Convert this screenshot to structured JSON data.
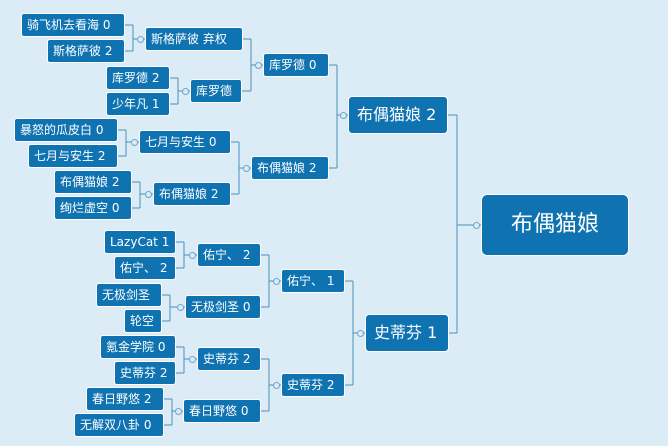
{
  "colors": {
    "node_fill": "#0f73b2",
    "node_border": "#ffffff",
    "connector": "#4b8fba",
    "background": "#dcecf6"
  },
  "bracket": {
    "round1": [
      "骑飞机去看海 0",
      "斯格萨彼 2",
      "库罗德 2",
      "少年凡 1",
      "暴怒的瓜皮白 0",
      "七月与安生 2",
      "布偶猫娘 2",
      "绚烂虚空 0",
      "LazyCat 1",
      "佑宁、 2",
      "无极剑圣",
      "轮空",
      "氪金学院 0",
      "史蒂芬 2",
      "春日野悠 2",
      "无解双八卦 0"
    ],
    "round2": [
      "斯格萨彼 弃权",
      "库罗德",
      "七月与安生 0",
      "布偶猫娘 2",
      "佑宁、 2",
      "无极剑圣 0",
      "史蒂芬 2",
      "春日野悠 0"
    ],
    "round3": [
      "库罗德 0",
      "布偶猫娘 2",
      "佑宁、 1",
      "史蒂芬 2"
    ],
    "semifinal": [
      "布偶猫娘 2",
      "史蒂芬 1"
    ],
    "champion": "布偶猫娘"
  }
}
